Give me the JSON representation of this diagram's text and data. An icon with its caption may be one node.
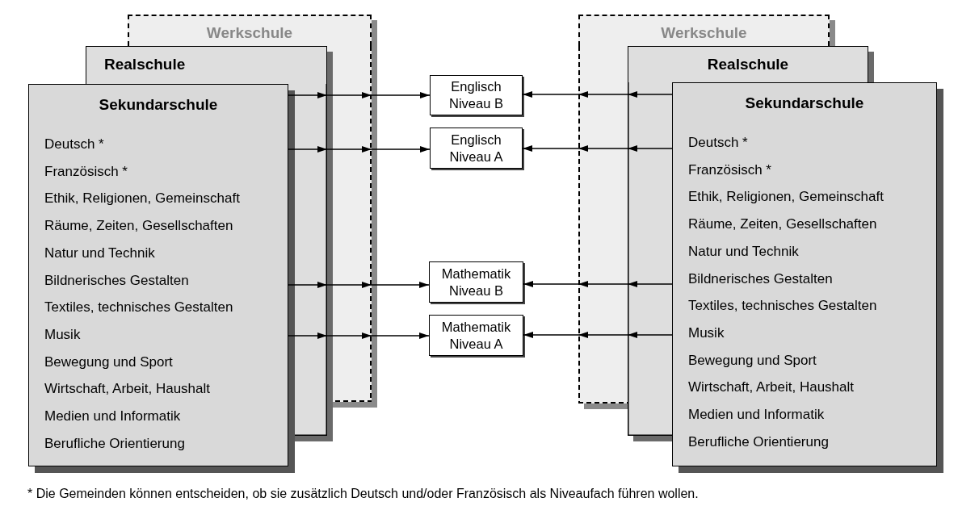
{
  "diagram": {
    "caption": "* Die Gemeinden können entscheiden, ob sie zusätzlich Deutsch und/oder Französisch als Niveaufach führen wollen.",
    "nodes": [
      {
        "text": [
          "Werkschule"
        ]
      },
      {
        "text": [
          "Realschule"
        ]
      },
      {
        "text": [
          "Sekundarschule",
          "Deutsch *",
          "Französisch *",
          "Ethik, Religionen, Gemeinschaft",
          "Räume, Zeiten, Gesellschaften",
          "Natur und Technik",
          "Bildnerisches Gestalten",
          "Textiles, technisches Gestalten",
          "Musik",
          "Bewegung und Sport",
          "Wirtschaft, Arbeit, Haushalt",
          "Medien und Informatik",
          "Berufliche Orientierung"
        ]
      },
      {
        "text": [
          "Englisch Niveau B"
        ]
      },
      {
        "text": [
          "Englisch Niveau A"
        ]
      },
      {
        "text": [
          "Mathematik Niveau B"
        ]
      },
      {
        "text": [
          "Mathematik Niveau A"
        ]
      },
      {
        "text": [
          "Werkschule"
        ]
      },
      {
        "text": [
          "Realschule"
        ]
      },
      {
        "text": [
          "Sekundarschule",
          "Deutsch *",
          "Französisch *",
          "Ethik, Religionen, Gemeinschaft",
          "Räume, Zeiten, Gesellschaften",
          "Natur und Technik",
          "Bildnerisches Gestalten",
          "Textiles, technisches Gestalten",
          "Musik",
          "Bewegung und Sport",
          "Wirtschaft, Arbeit, Haushalt",
          "Medien und Informatik",
          "Berufliche Orientierung"
        ]
      }
    ],
    "edges": [
      {
        "from": 2,
        "to": 3,
        "arrow": "to"
      },
      {
        "from": 9,
        "to": 3,
        "arrow": "to"
      },
      {
        "from": 2,
        "to": 4,
        "arrow": "to"
      },
      {
        "from": 9,
        "to": 4,
        "arrow": "to"
      },
      {
        "from": 2,
        "to": 5,
        "arrow": "to"
      },
      {
        "from": 9,
        "to": 5,
        "arrow": "to"
      },
      {
        "from": 2,
        "to": 6,
        "arrow": "to"
      },
      {
        "from": 9,
        "to": 6,
        "arrow": "to"
      }
    ]
  }
}
